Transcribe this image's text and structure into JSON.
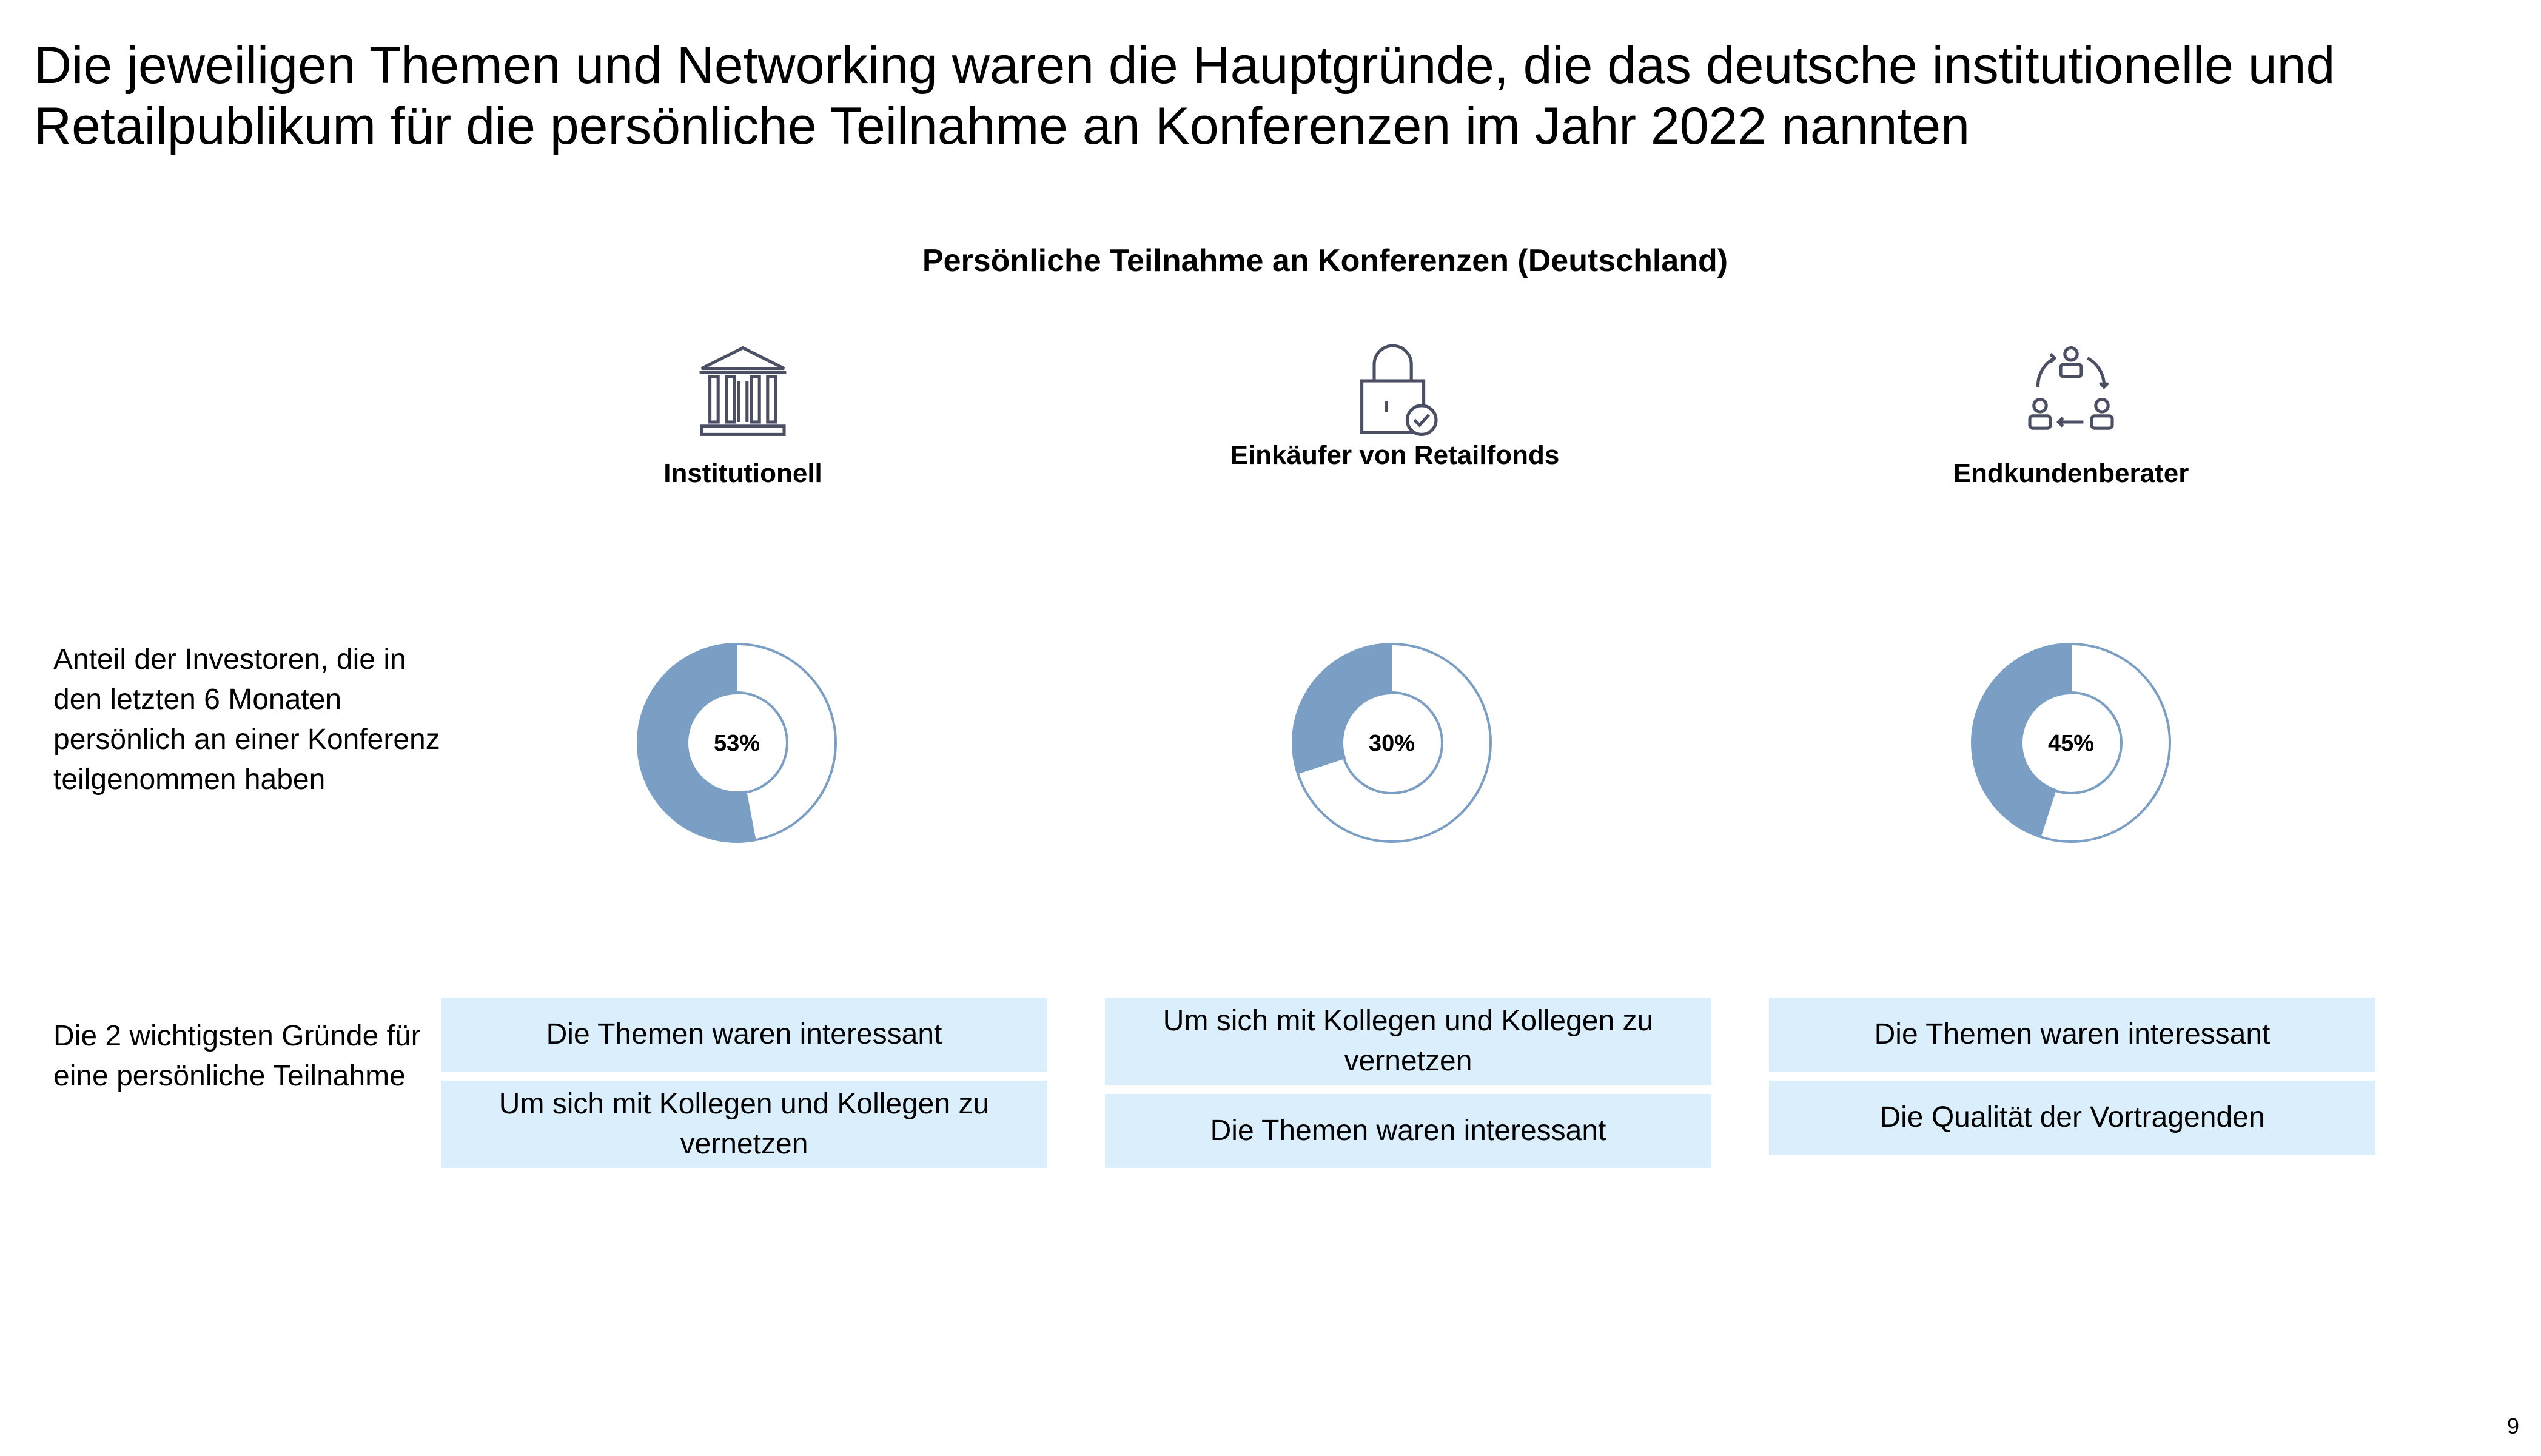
{
  "slide": {
    "title": "Die jeweiligen Themen und Networking waren die Hauptgründe, die das deutsche institutionelle und Retailpublikum für die persönliche Teilnahme an Konferenzen im Jahr 2022 nannten",
    "page_number": "9"
  },
  "row_labels": {
    "share": "Anteil der Investoren, die in den letzten 6 Monaten persönlich an einer Konferenz teilgenommen haben",
    "reasons": "Die 2 wichtigsten Gründe für eine persönliche Teilnahme"
  },
  "colors": {
    "accent": "#7b9ec4",
    "box": "#daeefb",
    "icon": "#4a4f63"
  },
  "chart_data": {
    "type": "pie",
    "title": "Persönliche Teilnahme an Konferenzen (Deutschland)",
    "unit": "%",
    "series": [
      {
        "name": "Institutionell",
        "icon": "bank-icon",
        "value": 53,
        "label": "53%",
        "reasons": [
          "Die Themen waren interessant",
          "Um sich mit Kollegen und Kollegen zu vernetzen"
        ]
      },
      {
        "name": "Einkäufer von Retailfonds",
        "icon": "lock-check-icon",
        "value": 30,
        "label": "30%",
        "reasons": [
          "Um sich mit Kollegen und Kollegen zu vernetzen",
          "Die Themen waren interessant"
        ]
      },
      {
        "name": "Endkundenberater",
        "icon": "people-cycle-icon",
        "value": 45,
        "label": "45%",
        "reasons": [
          "Die Themen waren interessant",
          "Die Qualität der Vortragenden"
        ]
      }
    ]
  }
}
